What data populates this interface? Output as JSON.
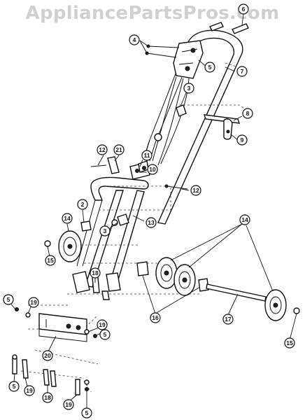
{
  "watermark": "AppliancePartsPros.com",
  "callouts": [
    {
      "label": "6"
    },
    {
      "label": "4"
    },
    {
      "label": "5"
    },
    {
      "label": "7"
    },
    {
      "label": "3"
    },
    {
      "label": "8"
    },
    {
      "label": "9"
    },
    {
      "label": "12"
    },
    {
      "label": "21"
    },
    {
      "label": "11"
    },
    {
      "label": "10"
    },
    {
      "label": "12"
    },
    {
      "label": "2"
    },
    {
      "label": "14"
    },
    {
      "label": "3"
    },
    {
      "label": "13"
    },
    {
      "label": "15"
    },
    {
      "label": "14"
    },
    {
      "label": "18"
    },
    {
      "label": "5"
    },
    {
      "label": "19"
    },
    {
      "label": "16"
    },
    {
      "label": "17"
    },
    {
      "label": "19"
    },
    {
      "label": "5"
    },
    {
      "label": "20"
    },
    {
      "label": "15"
    },
    {
      "label": "5"
    },
    {
      "label": "19"
    },
    {
      "label": "18"
    },
    {
      "label": "19"
    },
    {
      "label": "5"
    }
  ]
}
